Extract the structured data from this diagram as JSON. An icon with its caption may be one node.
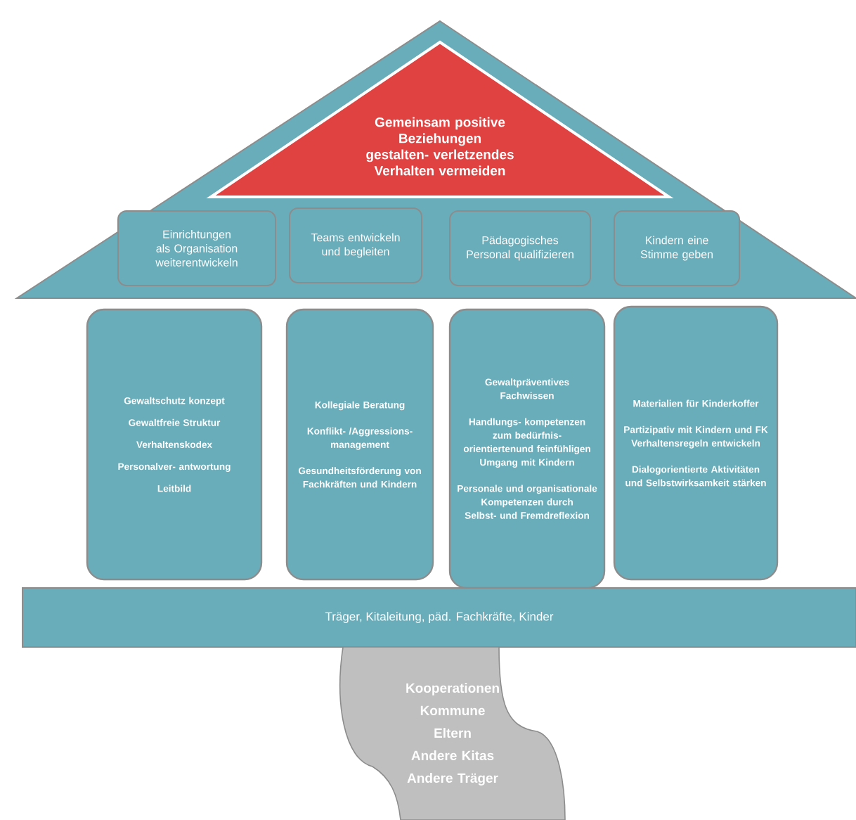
{
  "diagram": {
    "nodes": [
      {
        "text": [],
        "shape": "triangle"
      },
      {
        "text": [
          "Gemeinsam positive Beziehungen gestalten- verletzendes Verhalten vermeiden"
        ],
        "in": 0
      },
      {
        "text": [
          "Einrichtungen als Organisation weiterentwickeln"
        ],
        "in": 0
      },
      {
        "text": [
          "Teams entwickeln und begleiten"
        ],
        "in": 0
      },
      {
        "text": [
          "Pädagogisches Personal qualifizieren"
        ],
        "in": 0
      },
      {
        "text": [
          "Kindern eine Stimme geben"
        ],
        "in": 0
      },
      {
        "text": [
          "Gewaltschutz konzept",
          "Gewaltfreie Struktur",
          "Verhaltenskodex",
          "Personalver- antwortung",
          "Leitbild"
        ]
      },
      {
        "text": [
          "Kollegiale Beratung",
          "Konflikt- /Aggressions- management",
          "Gesundheitsförderung von Fachkräften und Kindern"
        ]
      },
      {
        "text": [
          "Gewaltpräventives Fachwissen",
          "Handlungs- kompetenzen zum bedürfnis- orientiertenund feinfühligen Umgang mit Kindern",
          "Personale und organisationale Kompetenzen durch Selbst- und Fremdreflexion"
        ]
      },
      {
        "text": [
          "Materialien für Kinderkoffer",
          "Partizipativ mit Kindern und FK Verhaltensregeln entwickeln",
          "Dialogorientierte Aktivitäten und Selbstwirksamkeit stärken"
        ]
      },
      {
        "text": [
          "Träger, Kitaleitung, päd. Fachkräfte, Kinder"
        ]
      },
      {
        "text": [
          "Kooperationen",
          "Kommune",
          "Eltern",
          "Andere Kitas",
          "Andere Träger"
        ]
      }
    ]
  }
}
